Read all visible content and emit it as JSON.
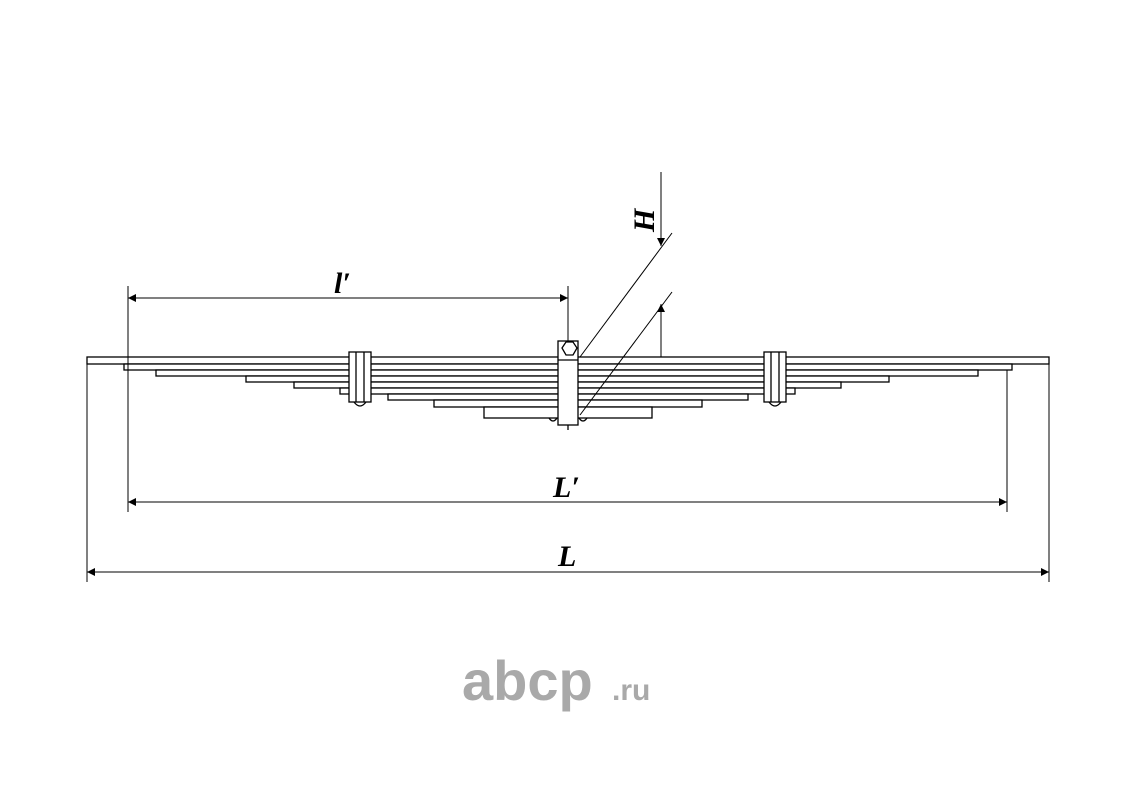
{
  "drawing": {
    "stroke_color": "#000000",
    "leaf_fill": "#ffffff",
    "leaf_count": 9
  },
  "dimensions": {
    "height_label": "H",
    "half_length_label": "l′",
    "effective_length_label": "L′",
    "total_length_label": "L"
  },
  "watermark": {
    "text": "abcp",
    "suffix": ".ru",
    "color": "#a9a9a9"
  }
}
